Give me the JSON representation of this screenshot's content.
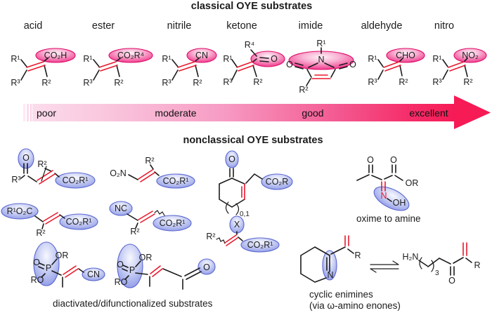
{
  "titles": {
    "classical": "classical OYE substrates",
    "nonclassical": "nonclassical OYE substrates"
  },
  "classical_categories": [
    "acid",
    "ester",
    "nitrile",
    "ketone",
    "imide",
    "aldehyde",
    "nitro"
  ],
  "arrow": {
    "labels": [
      "poor",
      "moderate",
      "good",
      "excellent"
    ]
  },
  "atoms": {
    "R1": "R¹",
    "R2": "R²",
    "R3": "R³",
    "R4": "R⁴",
    "R": "R",
    "CO2H": "CO₂H",
    "CO2R4": "CO₂R⁴",
    "CO2R1": "CO₂R¹",
    "CO2R": "CO₂R",
    "R1O2C": "R¹O₂C",
    "CN": "CN",
    "NC": "NC",
    "CHO": "CHO",
    "NO2": "NO₂",
    "O2N": "O₂N",
    "O": "O",
    "N": "N",
    "P": "P",
    "X": "X",
    "OH": "OH",
    "OR": "OR",
    "RO": "RO",
    "H2N": "H₂N",
    "ring_size": "0,1",
    "chain_repeat": "3"
  },
  "captions": {
    "diactivated": "diactivated/difunctionalized substrates",
    "oxime": "oxime to amine",
    "enimines_line1": "cyclic enimines",
    "enimines_line2": "(via ω-amino enones)"
  },
  "colors": {
    "highlight_pink": "#ec1778",
    "highlight_blue": "#5a66cf",
    "bond_red": "#e8192c",
    "arrow_start": "#fbdcec",
    "arrow_end": "#f61a55"
  }
}
